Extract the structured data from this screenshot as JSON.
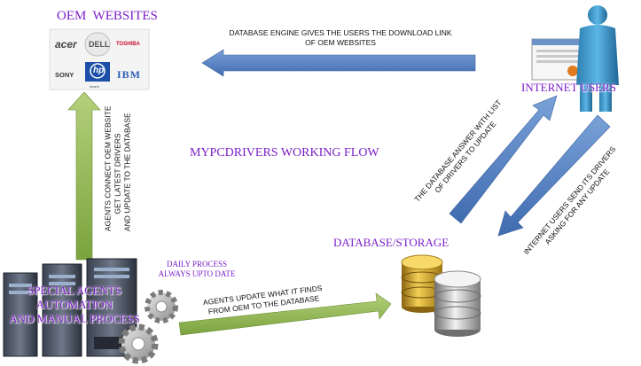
{
  "title": "MYPCDRIVERS WORKING FLOW",
  "oem": {
    "heading": "OEM  WEBSITES",
    "logos": [
      "acer",
      "DELL",
      "TOSHIBA",
      "SONY",
      "hp",
      "invent",
      "IBM"
    ]
  },
  "internet_users": {
    "label": "INTERNET USERS"
  },
  "database": {
    "label": "DATABASE/STORAGE"
  },
  "agents": {
    "label_lines": [
      "SPECIAL AGENTS",
      "AUTOMATION",
      "AND MANUAL PROCESS"
    ],
    "daily_lines": [
      "DAILY PROCESS",
      "ALWAYS UPTO DATE"
    ]
  },
  "flows": {
    "top_lines": [
      "DATABASE ENGINE GIVES THE USERS THE DOWNLOAD LINK",
      "OF OEM WEBSITES"
    ],
    "left_lines": [
      "AGENTS CONNECT OEM WEBSITE",
      "GET LATEST DRIVERS",
      "AND UPDATE TO THE DATABASE"
    ],
    "bottom_lines": [
      "AGENTS UPDATE WHAT IT FINDS",
      "FROM OEM TO THE DATABASE"
    ],
    "answer_lines": [
      "THE DATABASE ANSWER WITH  LIST",
      "OF DRIVERS TO UPDATE"
    ],
    "send_lines": [
      "INTERNET USERS SEND ITS DRIVERS",
      "ASKING FOR ANY UPDATE"
    ]
  },
  "colors": {
    "blue_arrow": "#4f7fc0",
    "green_arrow": "#93b85a",
    "label_purple": "#7a1fc8",
    "gold_db": "#d4a62a",
    "silver_db": "#b8b8b8"
  }
}
